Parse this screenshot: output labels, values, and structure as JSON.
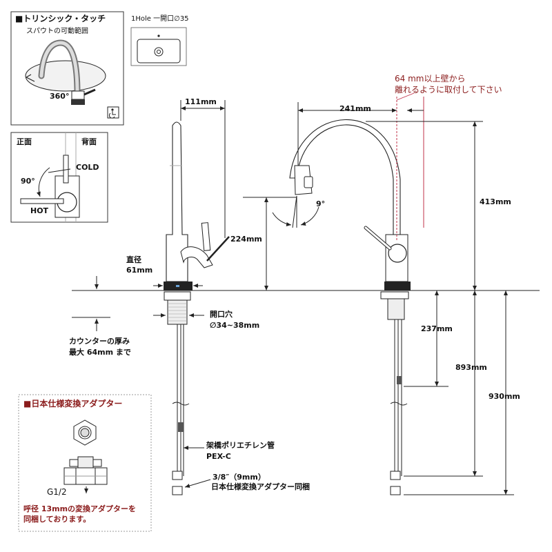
{
  "panels": {
    "touch": {
      "title": "■トリンシック・タッチ",
      "subtitle": "スパウトの可動範囲",
      "angle": "360°"
    },
    "handle": {
      "front": "正面",
      "back": "背面",
      "cold": "COLD",
      "hot": "HOT",
      "angle": "90°"
    },
    "hole": {
      "label": "1Hole 一開口∅35"
    },
    "adapter": {
      "title": "■日本仕様変換アダプター",
      "thread": "G1/2",
      "note_line1": "呼径 13mmの変換アダプターを",
      "note_line2": "同梱しております。"
    }
  },
  "side_view": {
    "reach": "111mm",
    "diameter_line1": "直径",
    "diameter_line2": "61mm",
    "hole_line1": "開口穴",
    "hole_line2": "∅34~38mm",
    "counter_line1": "カウンターの厚み",
    "counter_line2": "最大 64mm まで",
    "pipe_line1": "架橋ポリエチレン管",
    "pipe_line2": "PEX-C",
    "conn_line1": "3/8″（9mm）",
    "conn_line2": "日本仕様変換アダプター同梱"
  },
  "front_view": {
    "wall_note_line1": "64 mm以上壁から",
    "wall_note_line2": "離れるように取付して下さい",
    "reach": "241mm",
    "height_total": "413mm",
    "height_outlet": "224mm",
    "tilt": "9°",
    "below_237": "237mm",
    "below_893": "893mm",
    "below_930": "930mm"
  },
  "colors": {
    "accent_red": "#8b1c1c",
    "wall_line": "#c0304a",
    "line": "#222222"
  }
}
